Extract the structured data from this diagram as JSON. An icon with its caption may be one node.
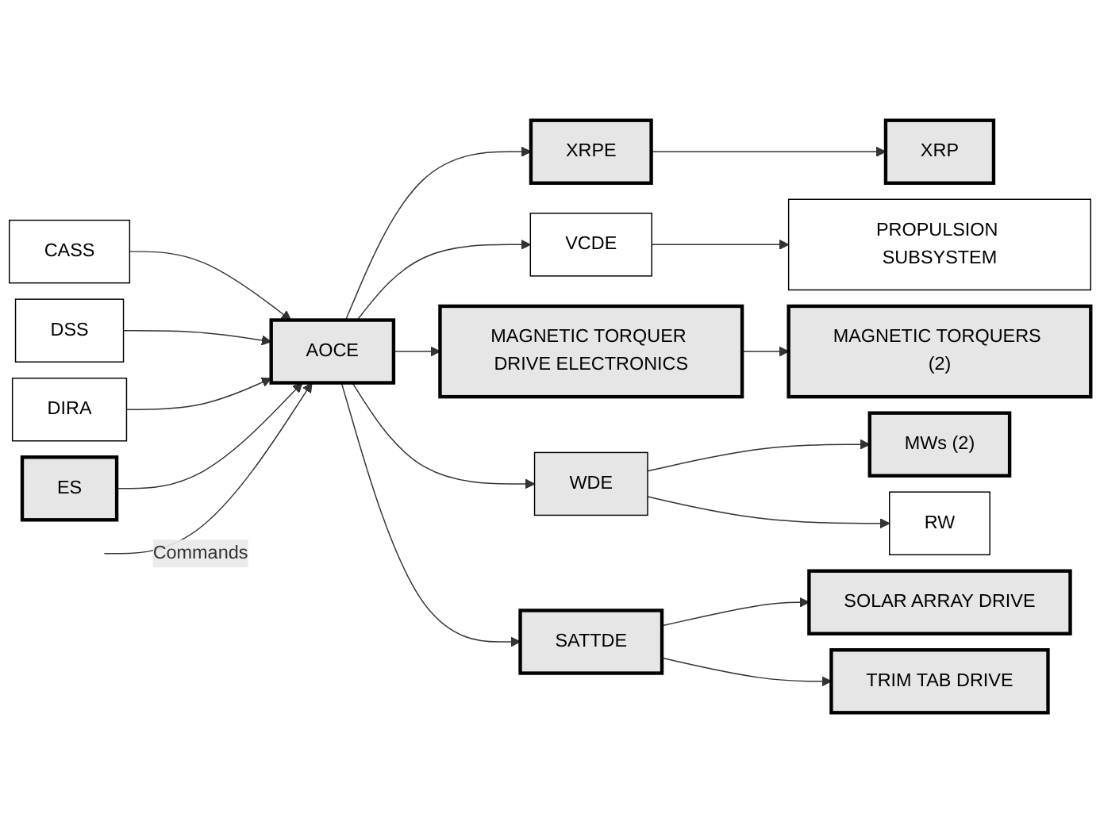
{
  "diagram": {
    "nodes": [
      {
        "text": [
          "CASS"
        ]
      },
      {
        "text": [
          "DSS"
        ]
      },
      {
        "text": [
          "DIRA"
        ]
      },
      {
        "text": [
          "ES"
        ]
      },
      {
        "text": [
          "AOCE"
        ]
      },
      {
        "text": [
          "XRPE"
        ]
      },
      {
        "text": [
          "VCDE"
        ]
      },
      {
        "text": [
          "MAGNETIC TORQUER DRIVE ELECTRONICS"
        ]
      },
      {
        "text": [
          "WDE"
        ]
      },
      {
        "text": [
          "SATTDE"
        ]
      },
      {
        "text": [
          "XRP"
        ]
      },
      {
        "text": [
          "PROPULSION SUBSYSTEM"
        ]
      },
      {
        "text": [
          "MAGNETIC TORQUERS (2)"
        ]
      },
      {
        "text": [
          "MWs (2)"
        ]
      },
      {
        "text": [
          "RW"
        ]
      },
      {
        "text": [
          "SOLAR ARRAY DRIVE"
        ]
      },
      {
        "text": [
          "TRIM TAB DRIVE"
        ]
      }
    ],
    "edges": [
      {
        "from": 0,
        "to": 4,
        "arrow": "to"
      },
      {
        "from": 1,
        "to": 4,
        "arrow": "to"
      },
      {
        "from": 2,
        "to": 4,
        "arrow": "to"
      },
      {
        "from": 3,
        "to": 4,
        "arrow": "to"
      },
      {
        "from": null,
        "to": 4,
        "arrow": "to",
        "label": "Commands"
      },
      {
        "from": 4,
        "to": 5,
        "arrow": "to"
      },
      {
        "from": 4,
        "to": 6,
        "arrow": "to"
      },
      {
        "from": 4,
        "to": 7,
        "arrow": "to"
      },
      {
        "from": 4,
        "to": 8,
        "arrow": "to"
      },
      {
        "from": 4,
        "to": 9,
        "arrow": "to"
      },
      {
        "from": 5,
        "to": 10,
        "arrow": "to"
      },
      {
        "from": 6,
        "to": 11,
        "arrow": "to"
      },
      {
        "from": 7,
        "to": 12,
        "arrow": "to"
      },
      {
        "from": 8,
        "to": 13,
        "arrow": "to"
      },
      {
        "from": 8,
        "to": 14,
        "arrow": "to"
      },
      {
        "from": 9,
        "to": 15,
        "arrow": "to"
      },
      {
        "from": 9,
        "to": 16,
        "arrow": "to"
      }
    ]
  }
}
